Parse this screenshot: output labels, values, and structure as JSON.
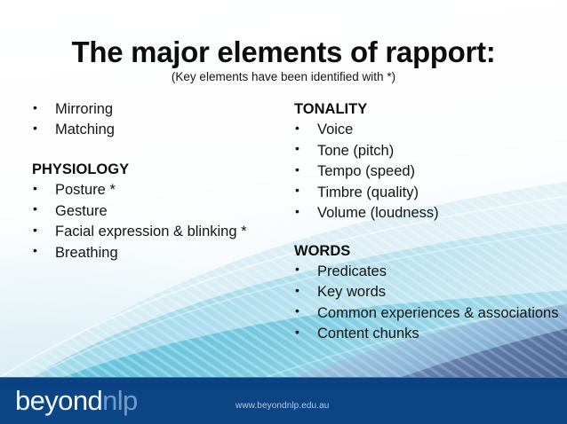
{
  "slide": {
    "title": "The major elements of rapport:",
    "subtitle": "(Key elements have been identified with *)"
  },
  "left_column": {
    "intro_bullets": [
      "Mirroring",
      "Matching"
    ],
    "section": {
      "heading": "PHYSIOLOGY",
      "bullets": [
        "Posture *",
        "Gesture",
        "Facial expression & blinking *",
        "Breathing"
      ]
    }
  },
  "right_column": {
    "tonality": {
      "heading": "TONALITY",
      "bullets": [
        "Voice",
        "Tone (pitch)",
        "Tempo (speed)",
        "Timbre (quality)",
        "Volume (loudness)"
      ]
    },
    "words": {
      "heading": "WORDS",
      "bullets": [
        "Predicates",
        "Key words",
        "Common experiences & associations",
        "Content chunks"
      ]
    }
  },
  "footer": {
    "logo_primary": "beyond",
    "logo_accent": "nlp",
    "url": "www.beyondnlp.edu.au",
    "bar_color": "#0c4484",
    "logo_accent_color": "#6f9dcb"
  },
  "theme": {
    "background_base": "#ffffff",
    "accent_cyan": "#3fb6d4",
    "accent_teal": "#7fcbdd",
    "accent_blue": "#4f7fb8",
    "accent_slate": "#5d7fae",
    "text_color": "#141414"
  }
}
